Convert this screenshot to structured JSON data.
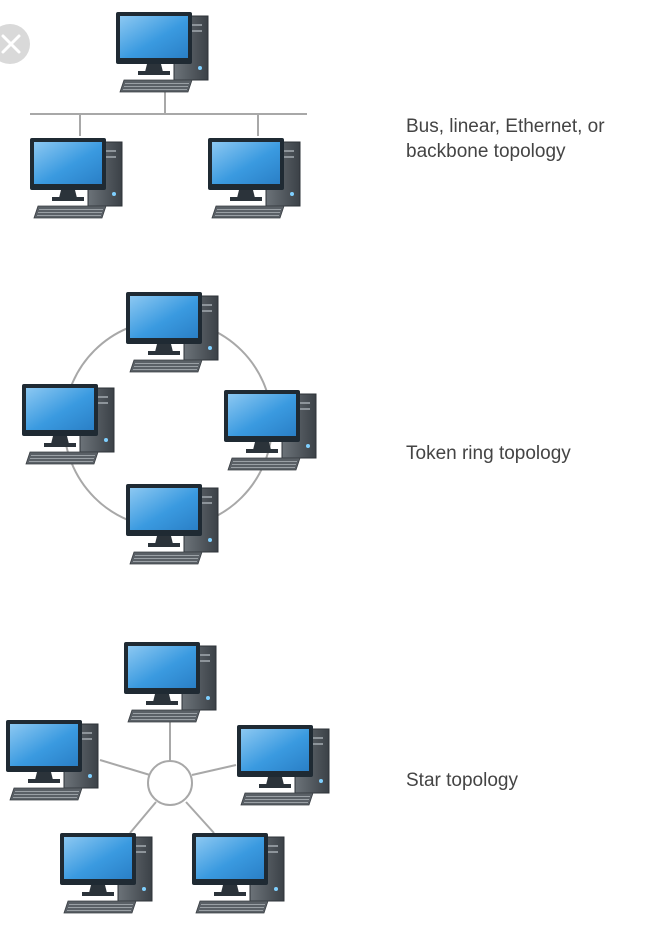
{
  "captions": {
    "bus_line1": "Bus, linear, Ethernet, or",
    "bus_line2": "backbone topology",
    "ring": "Token ring topology",
    "star": "Star topology"
  },
  "icons": {
    "close": "close-icon",
    "computer": "desktop-computer-icon"
  },
  "colors": {
    "screen": "#3a9ae0",
    "screen_highlight": "#8cc8f2",
    "bezel": "#1f2a33",
    "tower": "#4a5157",
    "keyboard": "#5a6066",
    "link": "#a8a8a8",
    "caption": "#444444"
  }
}
